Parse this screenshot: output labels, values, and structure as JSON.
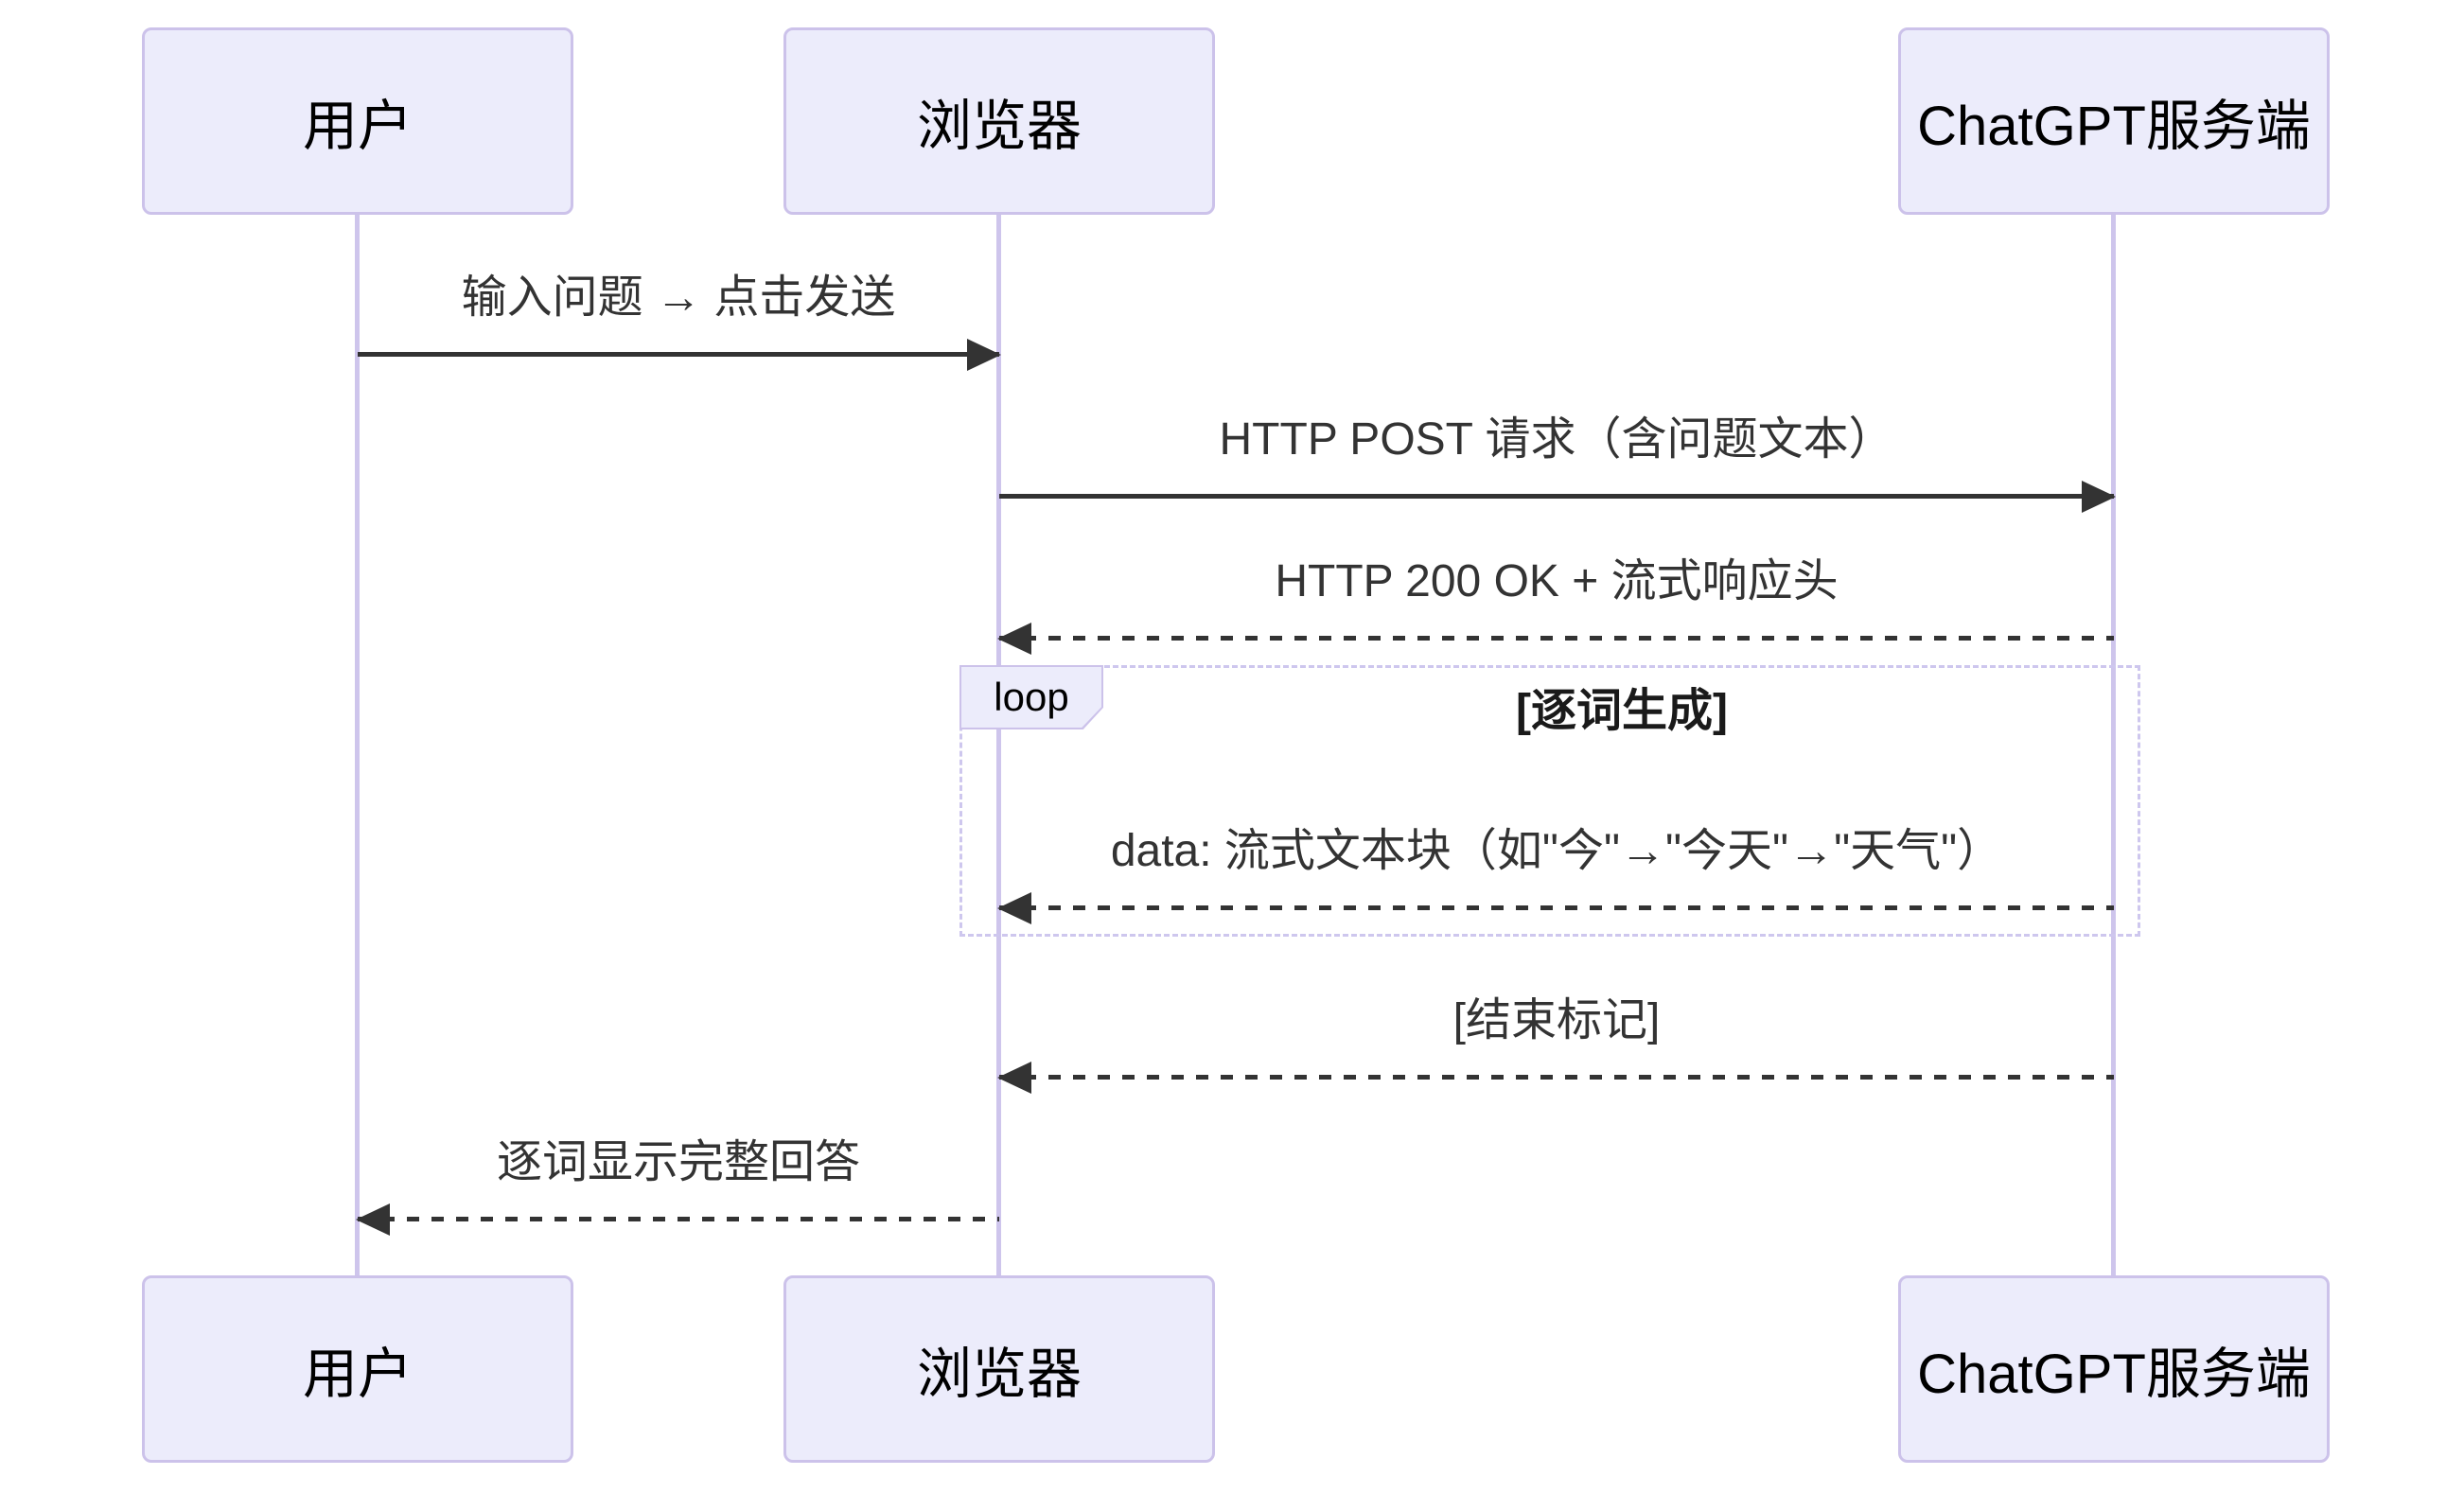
{
  "diagram": {
    "type": "sequence-diagram",
    "background_color": "#ffffff",
    "colors": {
      "actor_fill": "#ECECFB",
      "actor_border": "#CCC2EA",
      "lifeline": "#CEC5EC",
      "message_line": "#333333",
      "message_text": "#333333",
      "actor_text": "#000000",
      "loop_border": "#CEC7EE",
      "loop_tab_fill": "#ECECFB"
    },
    "actors": [
      {
        "id": "user",
        "name": "用户"
      },
      {
        "id": "browser",
        "name": "浏览器"
      },
      {
        "id": "server",
        "name": "ChatGPT服务端"
      }
    ],
    "messages": [
      {
        "from": "用户",
        "to": "浏览器",
        "style": "solid",
        "label": "输入问题 → 点击发送"
      },
      {
        "from": "浏览器",
        "to": "ChatGPT服务端",
        "style": "solid",
        "label": "HTTP POST 请求（含问题文本）"
      },
      {
        "from": "ChatGPT服务端",
        "to": "浏览器",
        "style": "dashed",
        "label": "HTTP 200 OK + 流式响应头"
      },
      {
        "from": "ChatGPT服务端",
        "to": "浏览器",
        "style": "dashed",
        "label": "data: 流式文本块（如\"今\"→\"今天\"→\"天气\"）",
        "in_loop": true
      },
      {
        "from": "ChatGPT服务端",
        "to": "浏览器",
        "style": "dashed",
        "label": "[结束标记]"
      },
      {
        "from": "浏览器",
        "to": "用户",
        "style": "dashed",
        "label": "逐词显示完整回答"
      }
    ],
    "loop": {
      "tab_label": "loop",
      "title": "[逐词生成]"
    }
  }
}
